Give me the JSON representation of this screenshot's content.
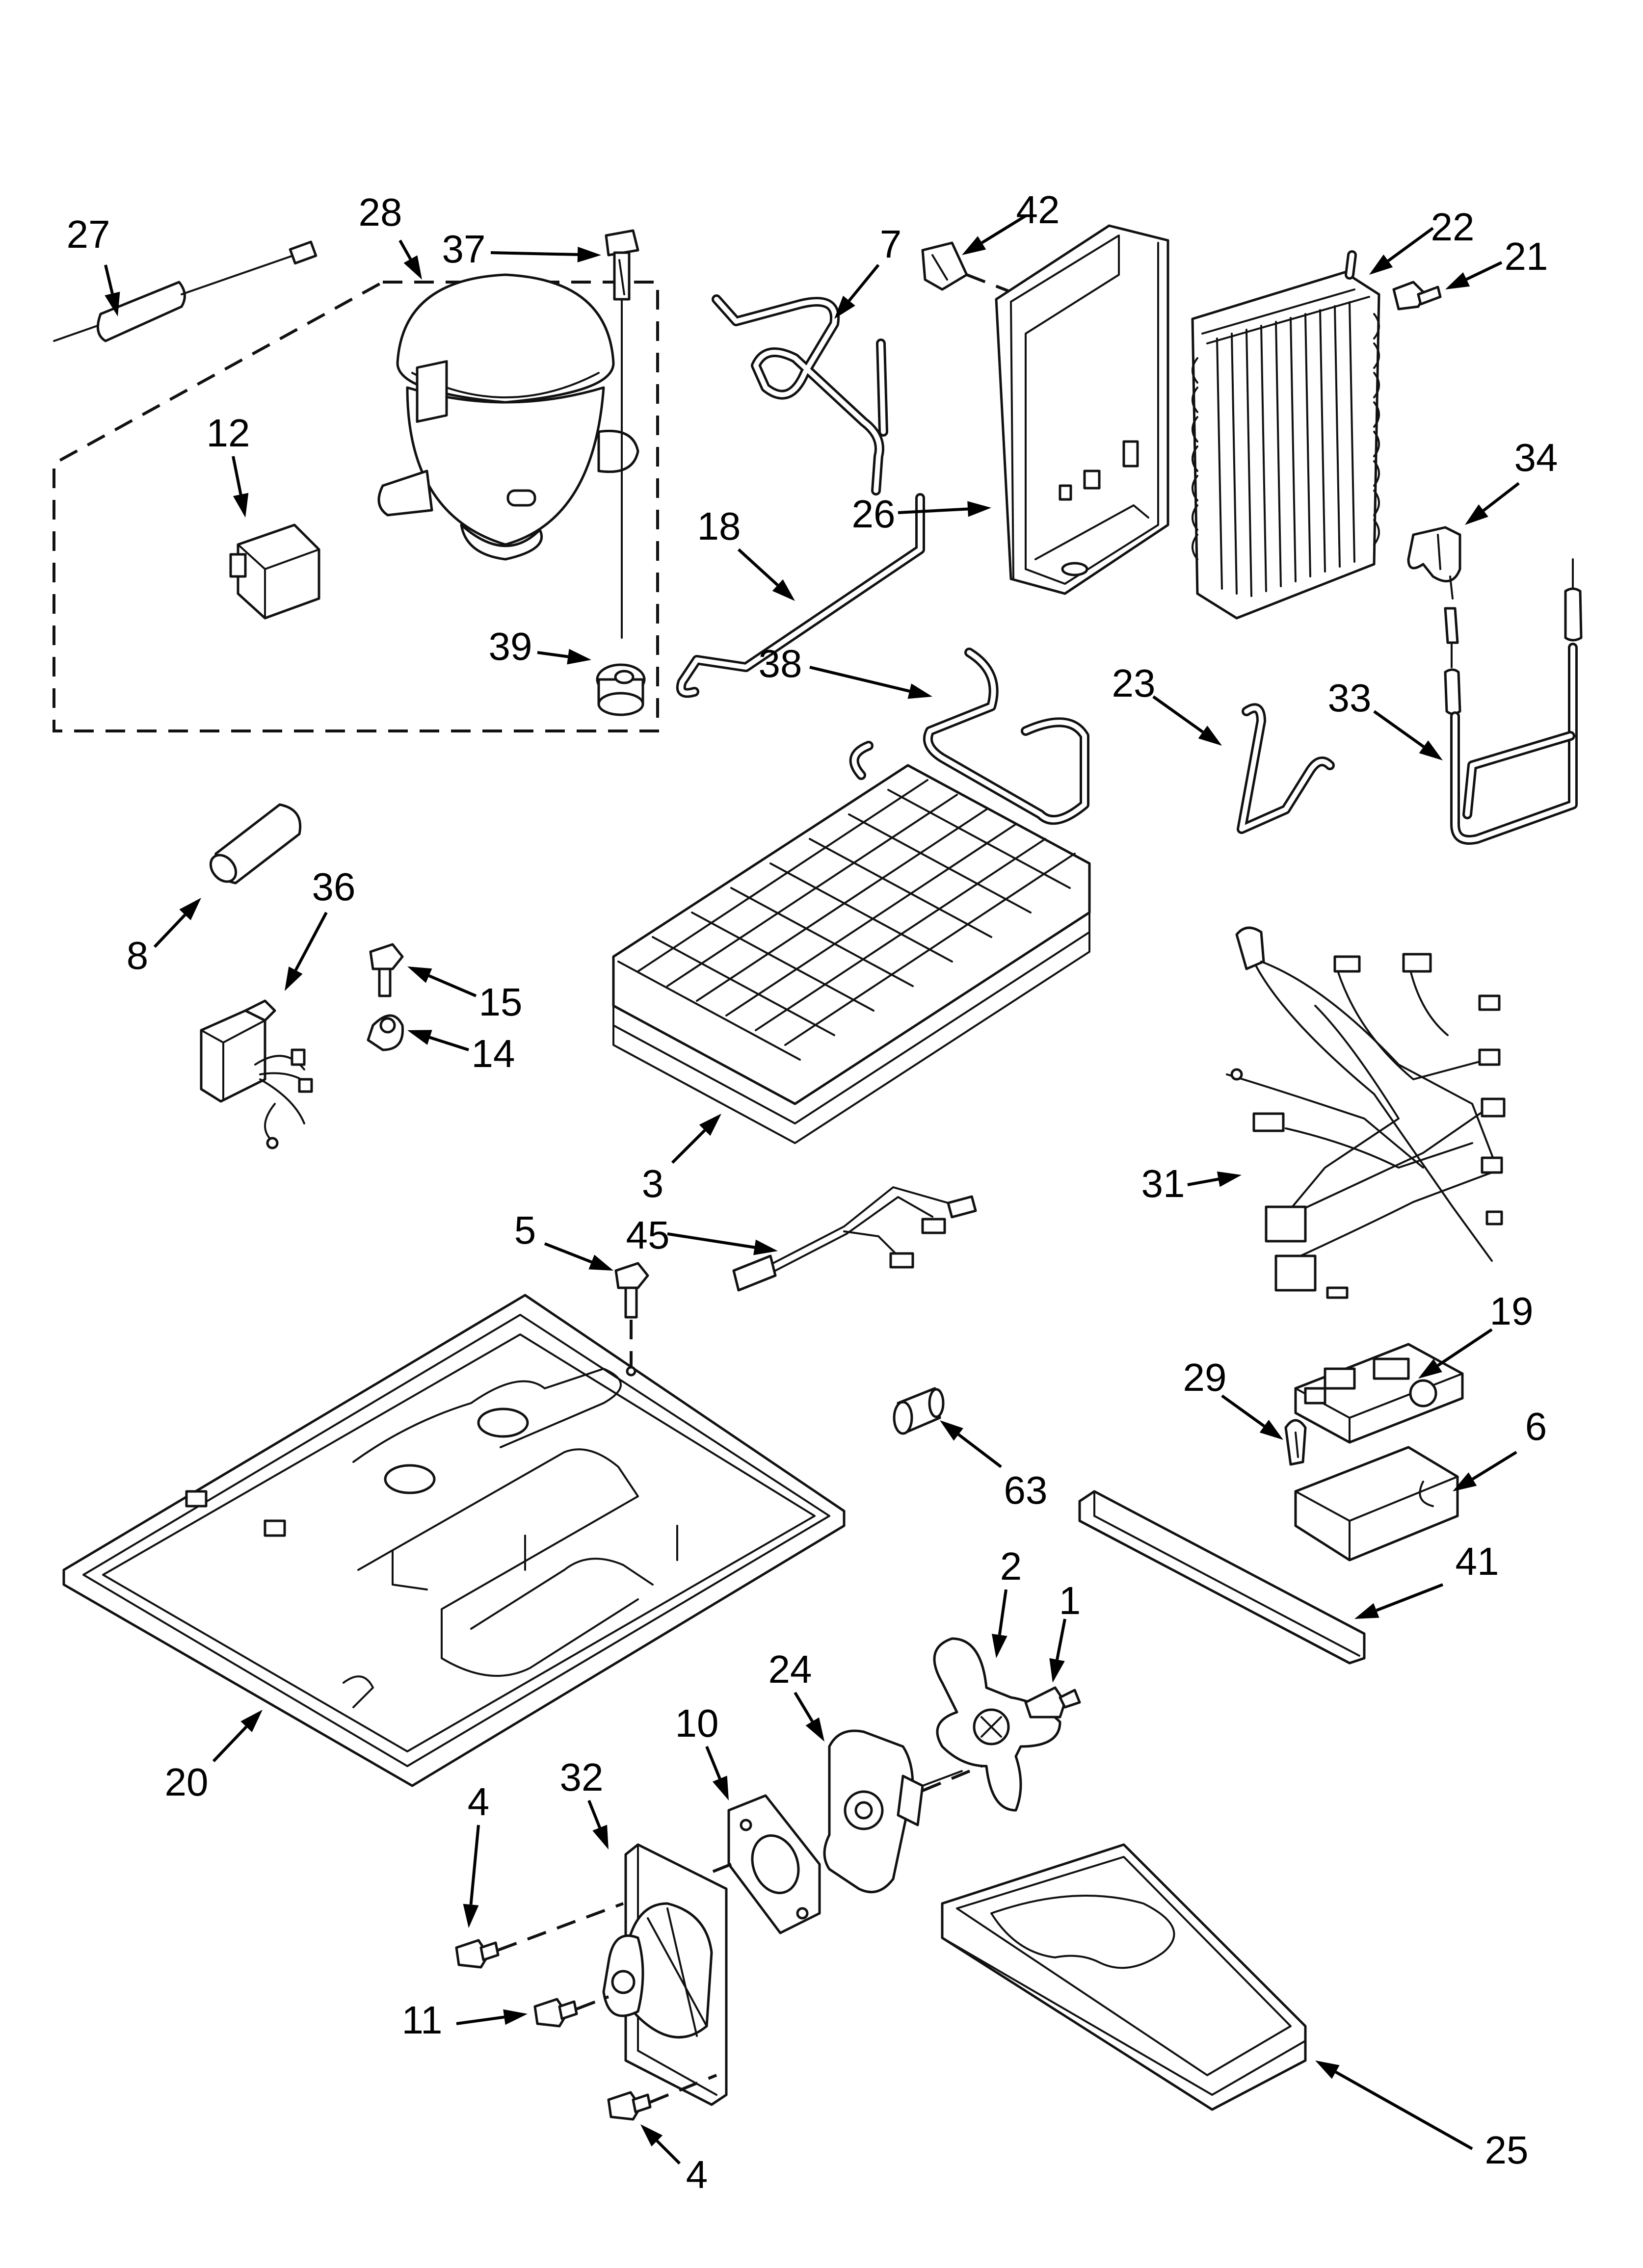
{
  "callouts": [
    {
      "id": "27",
      "label": "27"
    },
    {
      "id": "28",
      "label": "28"
    },
    {
      "id": "37",
      "label": "37"
    },
    {
      "id": "12",
      "label": "12"
    },
    {
      "id": "39",
      "label": "39"
    },
    {
      "id": "7",
      "label": "7"
    },
    {
      "id": "42",
      "label": "42"
    },
    {
      "id": "22",
      "label": "22"
    },
    {
      "id": "21",
      "label": "21"
    },
    {
      "id": "26",
      "label": "26"
    },
    {
      "id": "34",
      "label": "34"
    },
    {
      "id": "18",
      "label": "18"
    },
    {
      "id": "38",
      "label": "38"
    },
    {
      "id": "23",
      "label": "23"
    },
    {
      "id": "33",
      "label": "33"
    },
    {
      "id": "8",
      "label": "8"
    },
    {
      "id": "36",
      "label": "36"
    },
    {
      "id": "15",
      "label": "15"
    },
    {
      "id": "14",
      "label": "14"
    },
    {
      "id": "3",
      "label": "3"
    },
    {
      "id": "45",
      "label": "45"
    },
    {
      "id": "31",
      "label": "31"
    },
    {
      "id": "5",
      "label": "5"
    },
    {
      "id": "19",
      "label": "19"
    },
    {
      "id": "29",
      "label": "29"
    },
    {
      "id": "6",
      "label": "6"
    },
    {
      "id": "63",
      "label": "63"
    },
    {
      "id": "41",
      "label": "41"
    },
    {
      "id": "2",
      "label": "2"
    },
    {
      "id": "1",
      "label": "1"
    },
    {
      "id": "24",
      "label": "24"
    },
    {
      "id": "10",
      "label": "10"
    },
    {
      "id": "32",
      "label": "32"
    },
    {
      "id": "4a",
      "label": "4"
    },
    {
      "id": "20",
      "label": "20"
    },
    {
      "id": "11",
      "label": "11"
    },
    {
      "id": "4b",
      "label": "4"
    },
    {
      "id": "25",
      "label": "25"
    }
  ]
}
